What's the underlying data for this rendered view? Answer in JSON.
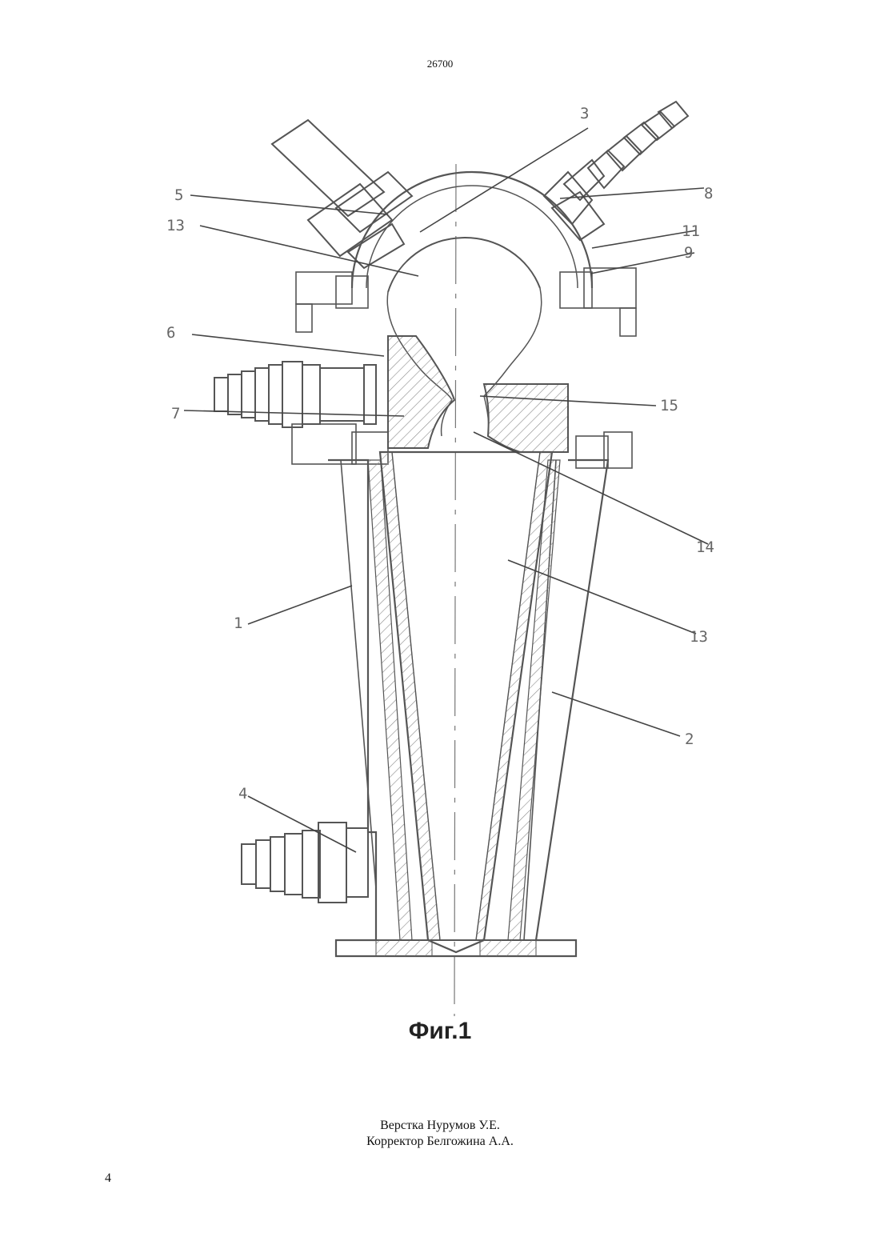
{
  "document": {
    "number": "26700",
    "page_number": "4"
  },
  "figure": {
    "caption": "Фиг.1",
    "labels": [
      "1",
      "2",
      "3",
      "4",
      "5",
      "6",
      "7",
      "8",
      "9",
      "11",
      "13",
      "13",
      "14",
      "15"
    ]
  },
  "credits": {
    "layout": "Верстка Нурумов У.Е.",
    "proofreader": "Корректор Белгожина А.А."
  },
  "colors": {
    "line": "#555555",
    "hatch": "#8a8a8a",
    "label": "#666666"
  }
}
